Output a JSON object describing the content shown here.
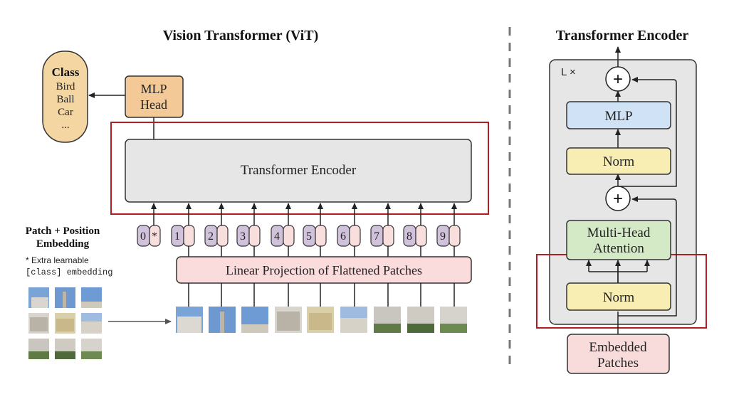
{
  "vit": {
    "title": "Vision Transformer (ViT)",
    "class_box": {
      "heading": "Class",
      "items": [
        "Bird",
        "Ball",
        "Car",
        "..."
      ]
    },
    "mlp_head": [
      "MLP",
      "Head"
    ],
    "transformer_encoder": "Transformer Encoder",
    "patch_position_label": [
      "Patch + Position",
      "Embedding"
    ],
    "extra_note": {
      "line1": "* Extra learnable",
      "line2": "[class] embedding"
    },
    "token_numbers": [
      "0",
      "1",
      "2",
      "3",
      "4",
      "5",
      "6",
      "7",
      "8",
      "9"
    ],
    "class_token_mark": "*",
    "linear_projection": "Linear Projection of Flattened Patches"
  },
  "encoder": {
    "title": "Transformer Encoder",
    "repeat_label": "L ×",
    "plus_symbol": "+",
    "mlp": "MLP",
    "norm_top": "Norm",
    "attention": [
      "Multi-Head",
      "Attention"
    ],
    "norm_bottom": "Norm",
    "embedded_patches": [
      "Embedded",
      "Patches"
    ]
  },
  "colors": {
    "class_box": "#f4d6a3",
    "mlp_head": "#f2c997",
    "encoder_box": "#e6e6e6",
    "token_purple": "#d1c2dc",
    "token_pink": "#f8dedd",
    "projection": "#fadcdc",
    "highlight": "#b11f24",
    "mlp_block": "#cfe2f6",
    "norm_block": "#f8eeb4",
    "attention_block": "#d4eac6",
    "embedded_block": "#f8dcdc"
  }
}
